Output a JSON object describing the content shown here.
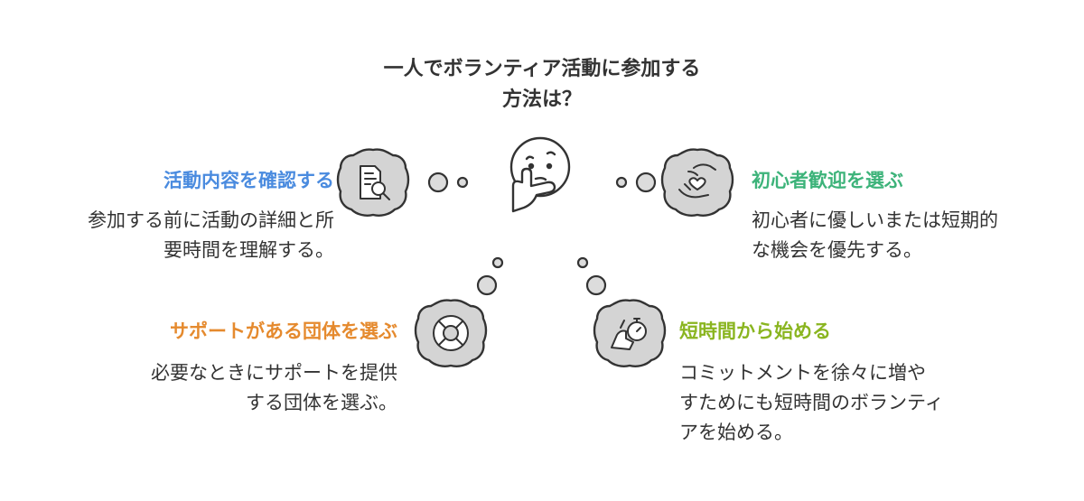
{
  "title": "一人でボランティア活動に参加する\n方法は？",
  "colors": {
    "outline": "#333333",
    "cloud_fill": "#d4d4d4",
    "bubble_fill": "#dcdcdc",
    "blue": "#4a8bdf",
    "green": "#3db37a",
    "orange": "#e58a2e",
    "lime": "#8ab520"
  },
  "center": {
    "icon": "thinking-face-icon"
  },
  "items": [
    {
      "heading": "活動内容を確認する",
      "description": "参加する前に活動の詳細と所\n要時間を理解する。",
      "icon": "document-search-icon",
      "color": "blue"
    },
    {
      "heading": "初心者歓迎を選ぶ",
      "description": "初心者に優しいまたは短期的\nな機会を優先する。",
      "icon": "hands-heart-icon",
      "color": "green"
    },
    {
      "heading": "サポートがある団体を選ぶ",
      "description": "必要なときにサポートを提供\nする団体を選ぶ。",
      "icon": "lifebuoy-icon",
      "color": "orange"
    },
    {
      "heading": "短時間から始める",
      "description": "コミットメントを徐々に増や\nすためにも短時間のボランティ\nアを始める。",
      "icon": "hand-stopwatch-icon",
      "color": "lime"
    }
  ]
}
